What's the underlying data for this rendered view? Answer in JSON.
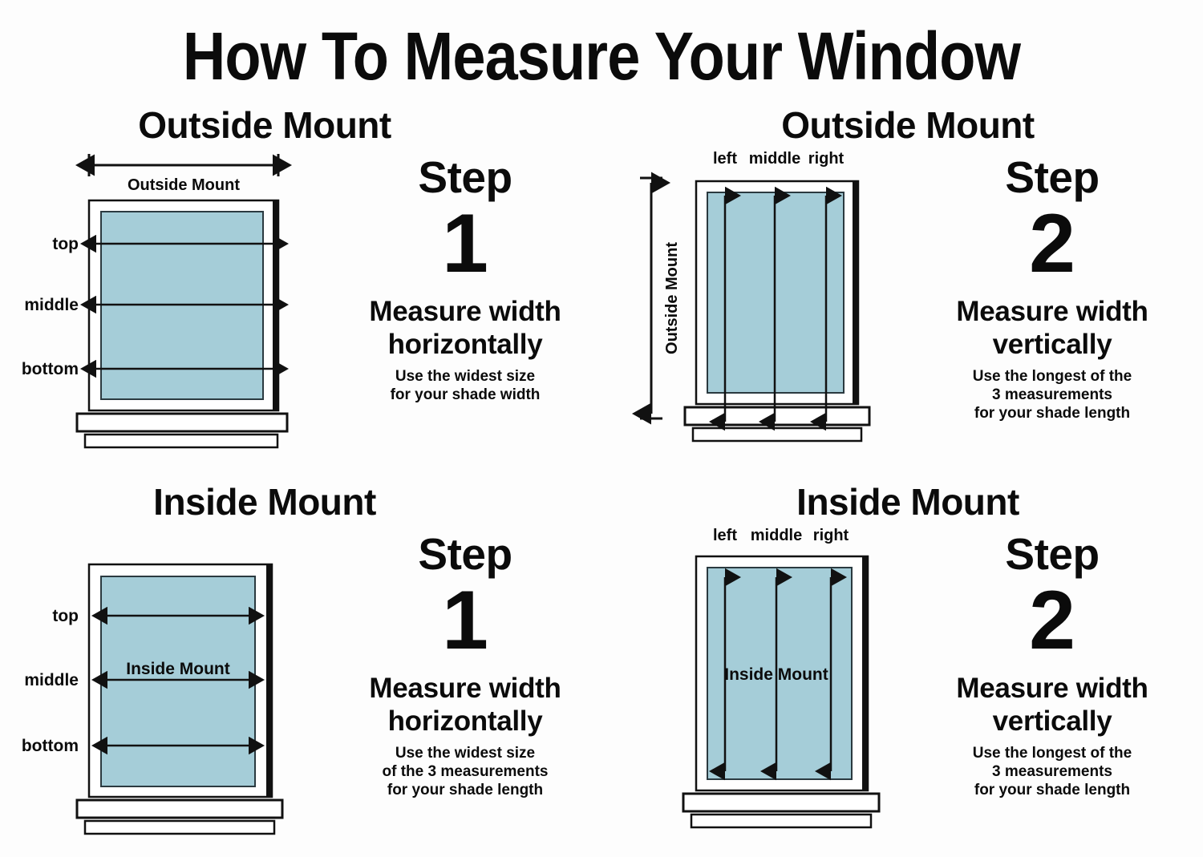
{
  "title": "How To Measure Your Window",
  "colors": {
    "glass": "#a5cdd8",
    "glass_border": "#2b3a40",
    "frame_stroke": "#111111",
    "background": "#fdfdfd",
    "arrow": "#111111"
  },
  "panels": [
    {
      "id": "outside-mount-step-1",
      "title": "Outside Mount",
      "orientation": "horizontal",
      "dimension_label": "Outside Mount",
      "dimension_label_position": "above",
      "row_labels": [
        "top",
        "middle",
        "bottom"
      ],
      "inline_label": "",
      "step_word": "Step",
      "step_number": "1",
      "instruction_lines": [
        "Measure width",
        "horizontally"
      ],
      "note_lines": [
        "Use the widest size",
        "for your shade width"
      ]
    },
    {
      "id": "outside-mount-step-2",
      "title": "Outside Mount",
      "orientation": "vertical",
      "dimension_label": "Outside Mount",
      "dimension_label_position": "left-rotated",
      "column_labels": [
        "left",
        "middle",
        "right"
      ],
      "inline_label": "",
      "step_word": "Step",
      "step_number": "2",
      "instruction_lines": [
        "Measure width",
        "vertically"
      ],
      "note_lines": [
        "Use the longest of the",
        "3 measurements",
        "for your shade length"
      ]
    },
    {
      "id": "inside-mount-step-1",
      "title": "Inside Mount",
      "orientation": "horizontal",
      "dimension_label": "",
      "dimension_label_position": "none",
      "row_labels": [
        "top",
        "middle",
        "bottom"
      ],
      "inline_label": "Inside Mount",
      "step_word": "Step",
      "step_number": "1",
      "instruction_lines": [
        "Measure width",
        "horizontally"
      ],
      "note_lines": [
        "Use the widest size",
        "of the 3 measurements",
        "for your shade length"
      ]
    },
    {
      "id": "inside-mount-step-2",
      "title": "Inside Mount",
      "orientation": "vertical",
      "dimension_label": "",
      "dimension_label_position": "none",
      "column_labels": [
        "left",
        "middle",
        "right"
      ],
      "inline_label": "Inside Mount",
      "step_word": "Step",
      "step_number": "2",
      "instruction_lines": [
        "Measure width",
        "vertically"
      ],
      "note_lines": [
        "Use the longest of the",
        "3 measurements",
        "for your shade length"
      ]
    }
  ]
}
